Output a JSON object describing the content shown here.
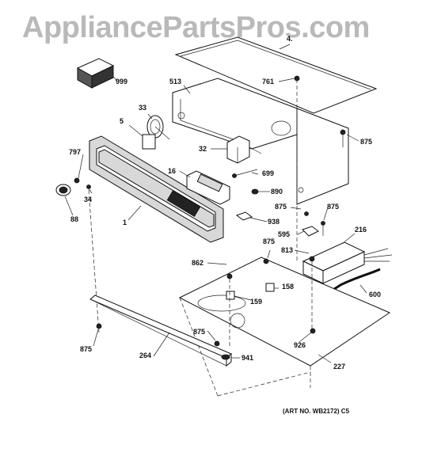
{
  "watermark": "AppliancePartsPros.com",
  "art_number": "(ART NO. WB2172) C5",
  "callouts": {
    "c_top": "4.",
    "c999": "999",
    "c513": "513",
    "c761": "761",
    "c33": "33",
    "c5": "5",
    "c875_a": "875",
    "c797": "797",
    "c32": "32",
    "c16": "16",
    "c699": "699",
    "c34": "34",
    "c890": "890",
    "c875_b": "875",
    "c875_c": "875",
    "c88": "88",
    "c1": "1",
    "c938": "938",
    "c216": "216",
    "c595": "595",
    "c875_d": "875",
    "c813": "813",
    "c862": "862",
    "c158": "158",
    "c600": "600",
    "c159": "159",
    "c875_e": "875",
    "c926": "926",
    "c875_f": "875",
    "c941": "941",
    "c264": "264",
    "c227": "227"
  }
}
